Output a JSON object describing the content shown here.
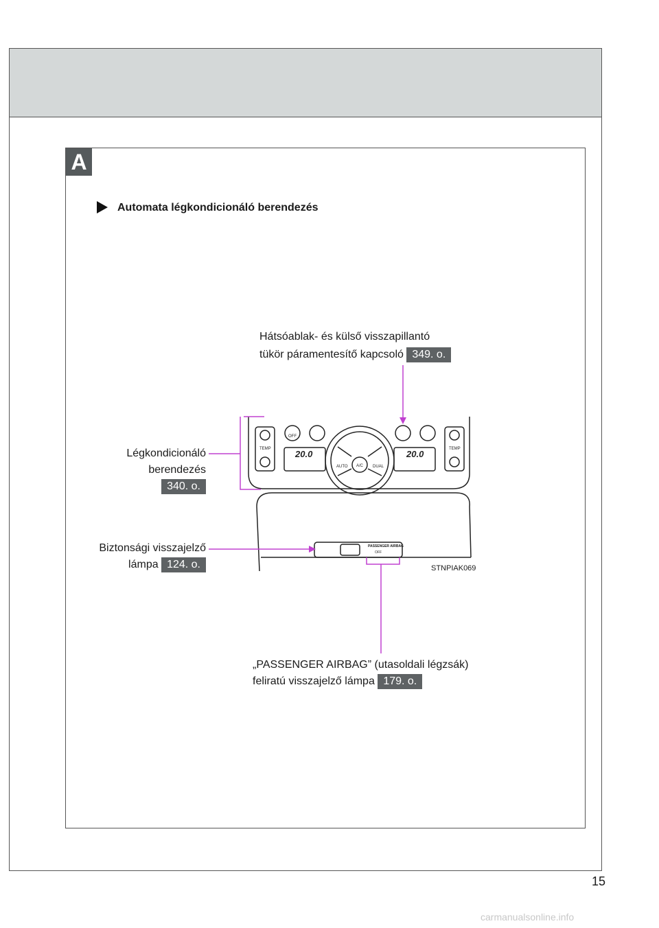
{
  "section": {
    "badge": "A"
  },
  "heading": "Automata légkondicionáló berendezés",
  "callouts": {
    "rear_defogger": {
      "line1": "Hátsóablak- és külső visszapillantó",
      "line2": "tükör páramentesítő kapcsoló",
      "ref": "349. o."
    },
    "air_conditioning": {
      "line1": "Légkondicionáló",
      "line2": "berendezés",
      "ref": "340. o."
    },
    "security_indicator": {
      "line1": "Biztonsági visszajelző",
      "line2": "lámpa",
      "ref": "124. o."
    },
    "passenger_airbag": {
      "line1": "„PASSENGER AIRBAG” (utasoldali légzsák)",
      "line2": "feliratú visszajelző lámpa",
      "ref": "179. o."
    }
  },
  "panel": {
    "temp_label": "TEMP",
    "left_temp": "20.0",
    "right_temp": "20.0",
    "off_label": "OFF",
    "auto_label": "AUTO",
    "ac_label": "A/C",
    "dual_label": "DUAL",
    "airbag_label": "PASSENGER  AIRBAG",
    "airbag_off": "OFF"
  },
  "figure_code": "STNPIAK069",
  "page_number": "15",
  "watermark": "carmanualsonline.info",
  "colors": {
    "leader": "#c040d0",
    "ref_bg": "#5e6264",
    "header": "#d4d8d8"
  }
}
